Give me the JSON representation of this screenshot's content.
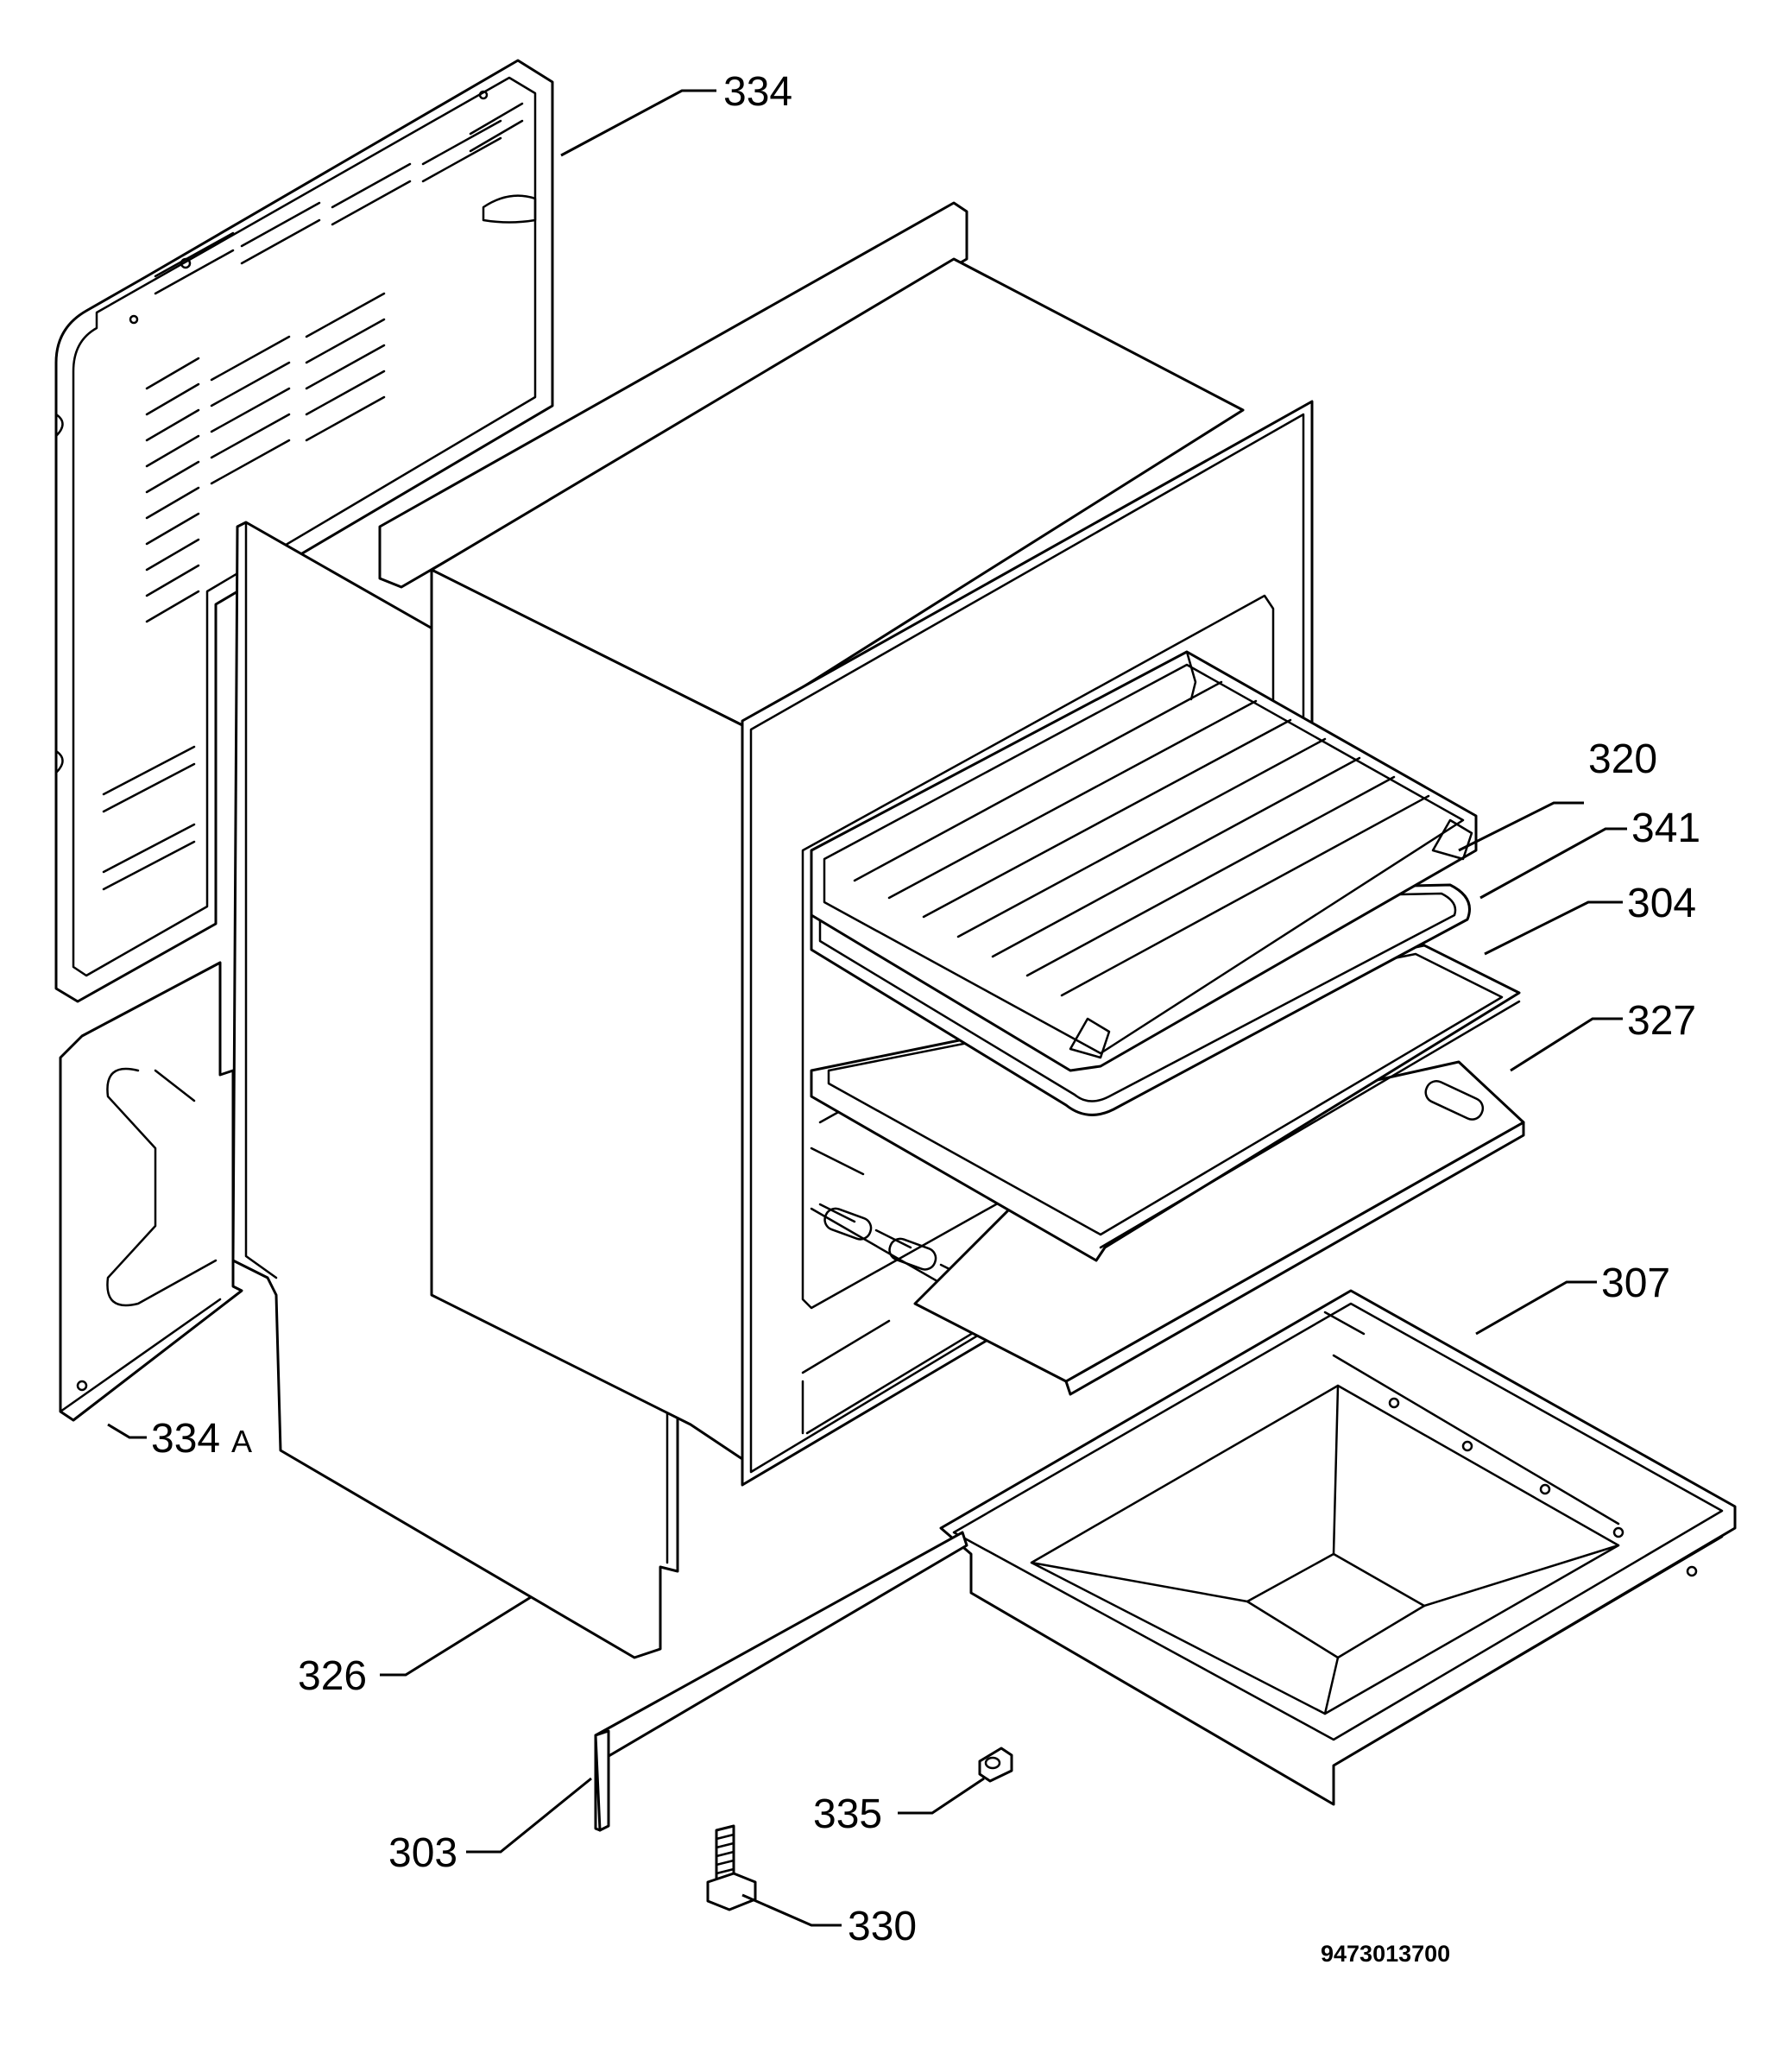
{
  "callouts": {
    "p334": "334",
    "p334a": "334",
    "p334a_suffix": "A",
    "p320": "320",
    "p341": "341",
    "p304": "304",
    "p327": "327",
    "p307": "307",
    "p326": "326",
    "p303": "303",
    "p335": "335",
    "p330": "330"
  },
  "document_number": "9473013700"
}
